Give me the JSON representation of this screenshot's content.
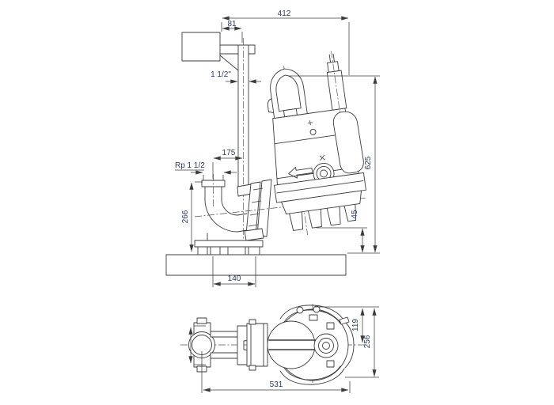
{
  "colors": {
    "line": "#3c3c3c",
    "text": "#2b3a5e",
    "background": "#ffffff"
  },
  "side_view": {
    "dims": {
      "overall_width": "412",
      "wall_to_pipe": "81",
      "guide_pipe_size": "1 1/2\"",
      "pipe_to_discharge": "175",
      "discharge_thread": "Rp 1 1/2",
      "discharge_height": "266",
      "base_depth": "140",
      "overall_height": "625",
      "bottom_clearance": "45"
    }
  },
  "plan_view": {
    "dims": {
      "center_to_front": "119",
      "overall_depth": "256",
      "overall_length": "531"
    }
  }
}
